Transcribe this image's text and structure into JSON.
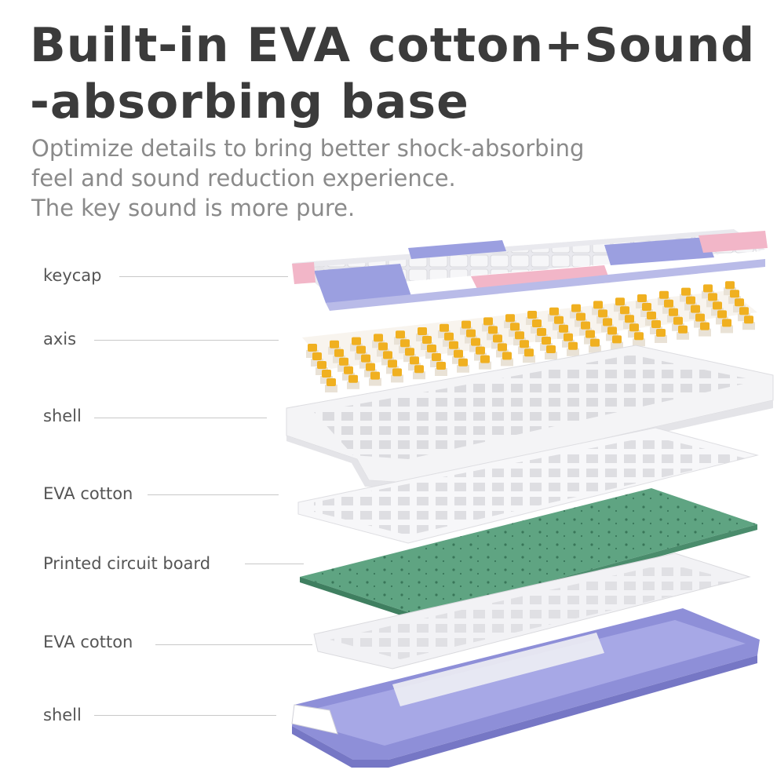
{
  "headline": {
    "line1": "Built-in EVA cotton+Sound",
    "line2": "-absorbing base"
  },
  "subtitle": {
    "line1": "Optimize details to bring better shock-absorbing",
    "line2": "feel and sound reduction experience.",
    "line3": "The key sound is more pure."
  },
  "layers": [
    {
      "label": "keycap"
    },
    {
      "label": "axis"
    },
    {
      "label": "shell"
    },
    {
      "label": "EVA cotton"
    },
    {
      "label": "Printed circuit board"
    },
    {
      "label": "EVA cotton"
    },
    {
      "label": "shell"
    }
  ],
  "colors": {
    "headline": "#3b3b3b",
    "subtitle": "#8a8a8a",
    "label": "#555555",
    "keycap_white": "#f1f1f4",
    "keycap_purple": "#9b9fe0",
    "keycap_pink": "#f2b6c8",
    "switch_yellow": "#f0b020",
    "pcb_green": "#5fa482",
    "bottom_shell_purple": "#8e8fd8"
  }
}
